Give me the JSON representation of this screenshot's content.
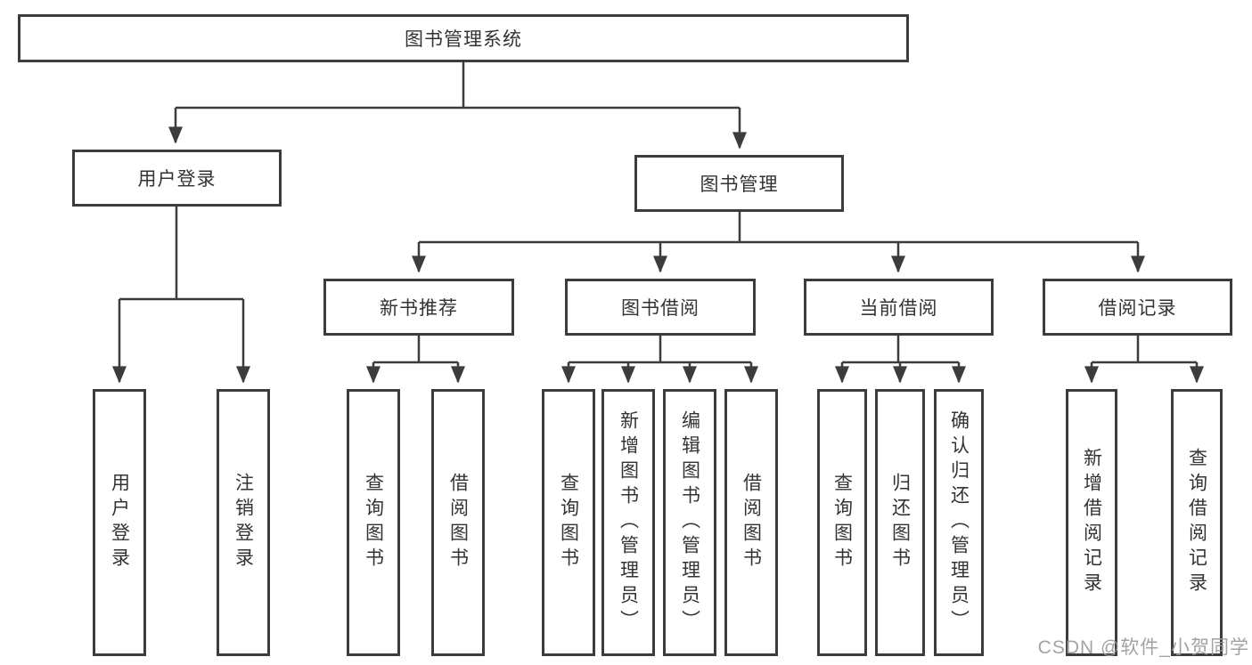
{
  "theme": {
    "line_color": "#3c3c3c",
    "text_color": "#333333",
    "background": "#ffffff",
    "watermark_color": "#9b9b9b"
  },
  "watermark": "CSDN @软件_小贺同学",
  "diagram_type": "hierarchy-tree",
  "tree": {
    "label": "图书管理系统",
    "children": [
      {
        "label": "用户登录",
        "children": [
          {
            "label": "用户登录"
          },
          {
            "label": "注销登录"
          }
        ]
      },
      {
        "label": "图书管理",
        "children": [
          {
            "label": "新书推荐",
            "children": [
              {
                "label": "查询图书"
              },
              {
                "label": "借阅图书"
              }
            ]
          },
          {
            "label": "图书借阅",
            "children": [
              {
                "label": "查询图书"
              },
              {
                "label": "新增图书（管理员）"
              },
              {
                "label": "编辑图书（管理员）"
              },
              {
                "label": "借阅图书"
              }
            ]
          },
          {
            "label": "当前借阅",
            "children": [
              {
                "label": "查询图书"
              },
              {
                "label": "归还图书"
              },
              {
                "label": "确认归还（管理员）"
              }
            ]
          },
          {
            "label": "借阅记录",
            "children": [
              {
                "label": "新增借阅记录"
              },
              {
                "label": "查询借阅记录"
              }
            ]
          }
        ]
      }
    ]
  }
}
